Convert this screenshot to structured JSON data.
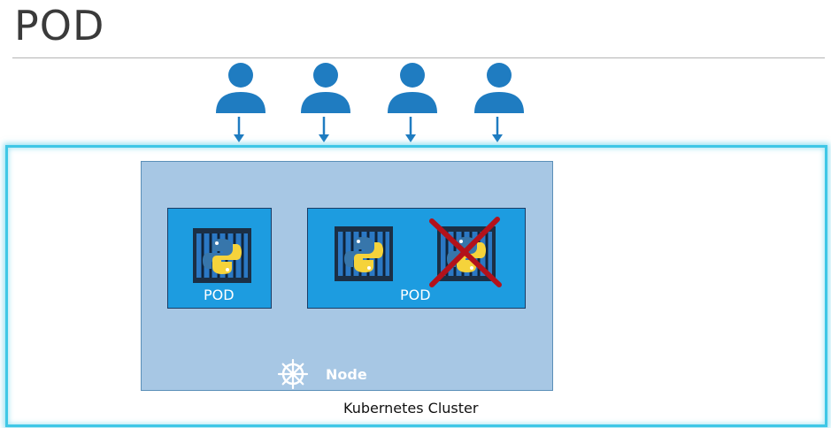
{
  "slide": {
    "title": "POD"
  },
  "users": [
    {
      "icon": "user-icon"
    },
    {
      "icon": "user-icon"
    },
    {
      "icon": "user-icon"
    },
    {
      "icon": "user-icon"
    }
  ],
  "cluster": {
    "label": "Kubernetes Cluster"
  },
  "node": {
    "label": "Node",
    "icon": "kubernetes-helm-icon"
  },
  "pods": [
    {
      "label": "POD",
      "containers": [
        {
          "icon": "python-icon",
          "removed": false
        }
      ]
    },
    {
      "label": "POD",
      "containers": [
        {
          "icon": "python-icon",
          "removed": false
        },
        {
          "icon": "python-icon",
          "removed": true
        }
      ]
    }
  ],
  "colors": {
    "user_blue": "#1f7cc1",
    "cluster_border": "#3fc7e6",
    "node_fill": "#a7c7e4",
    "pod_fill": "#1d9ce0",
    "cross_red": "#b3121b"
  }
}
